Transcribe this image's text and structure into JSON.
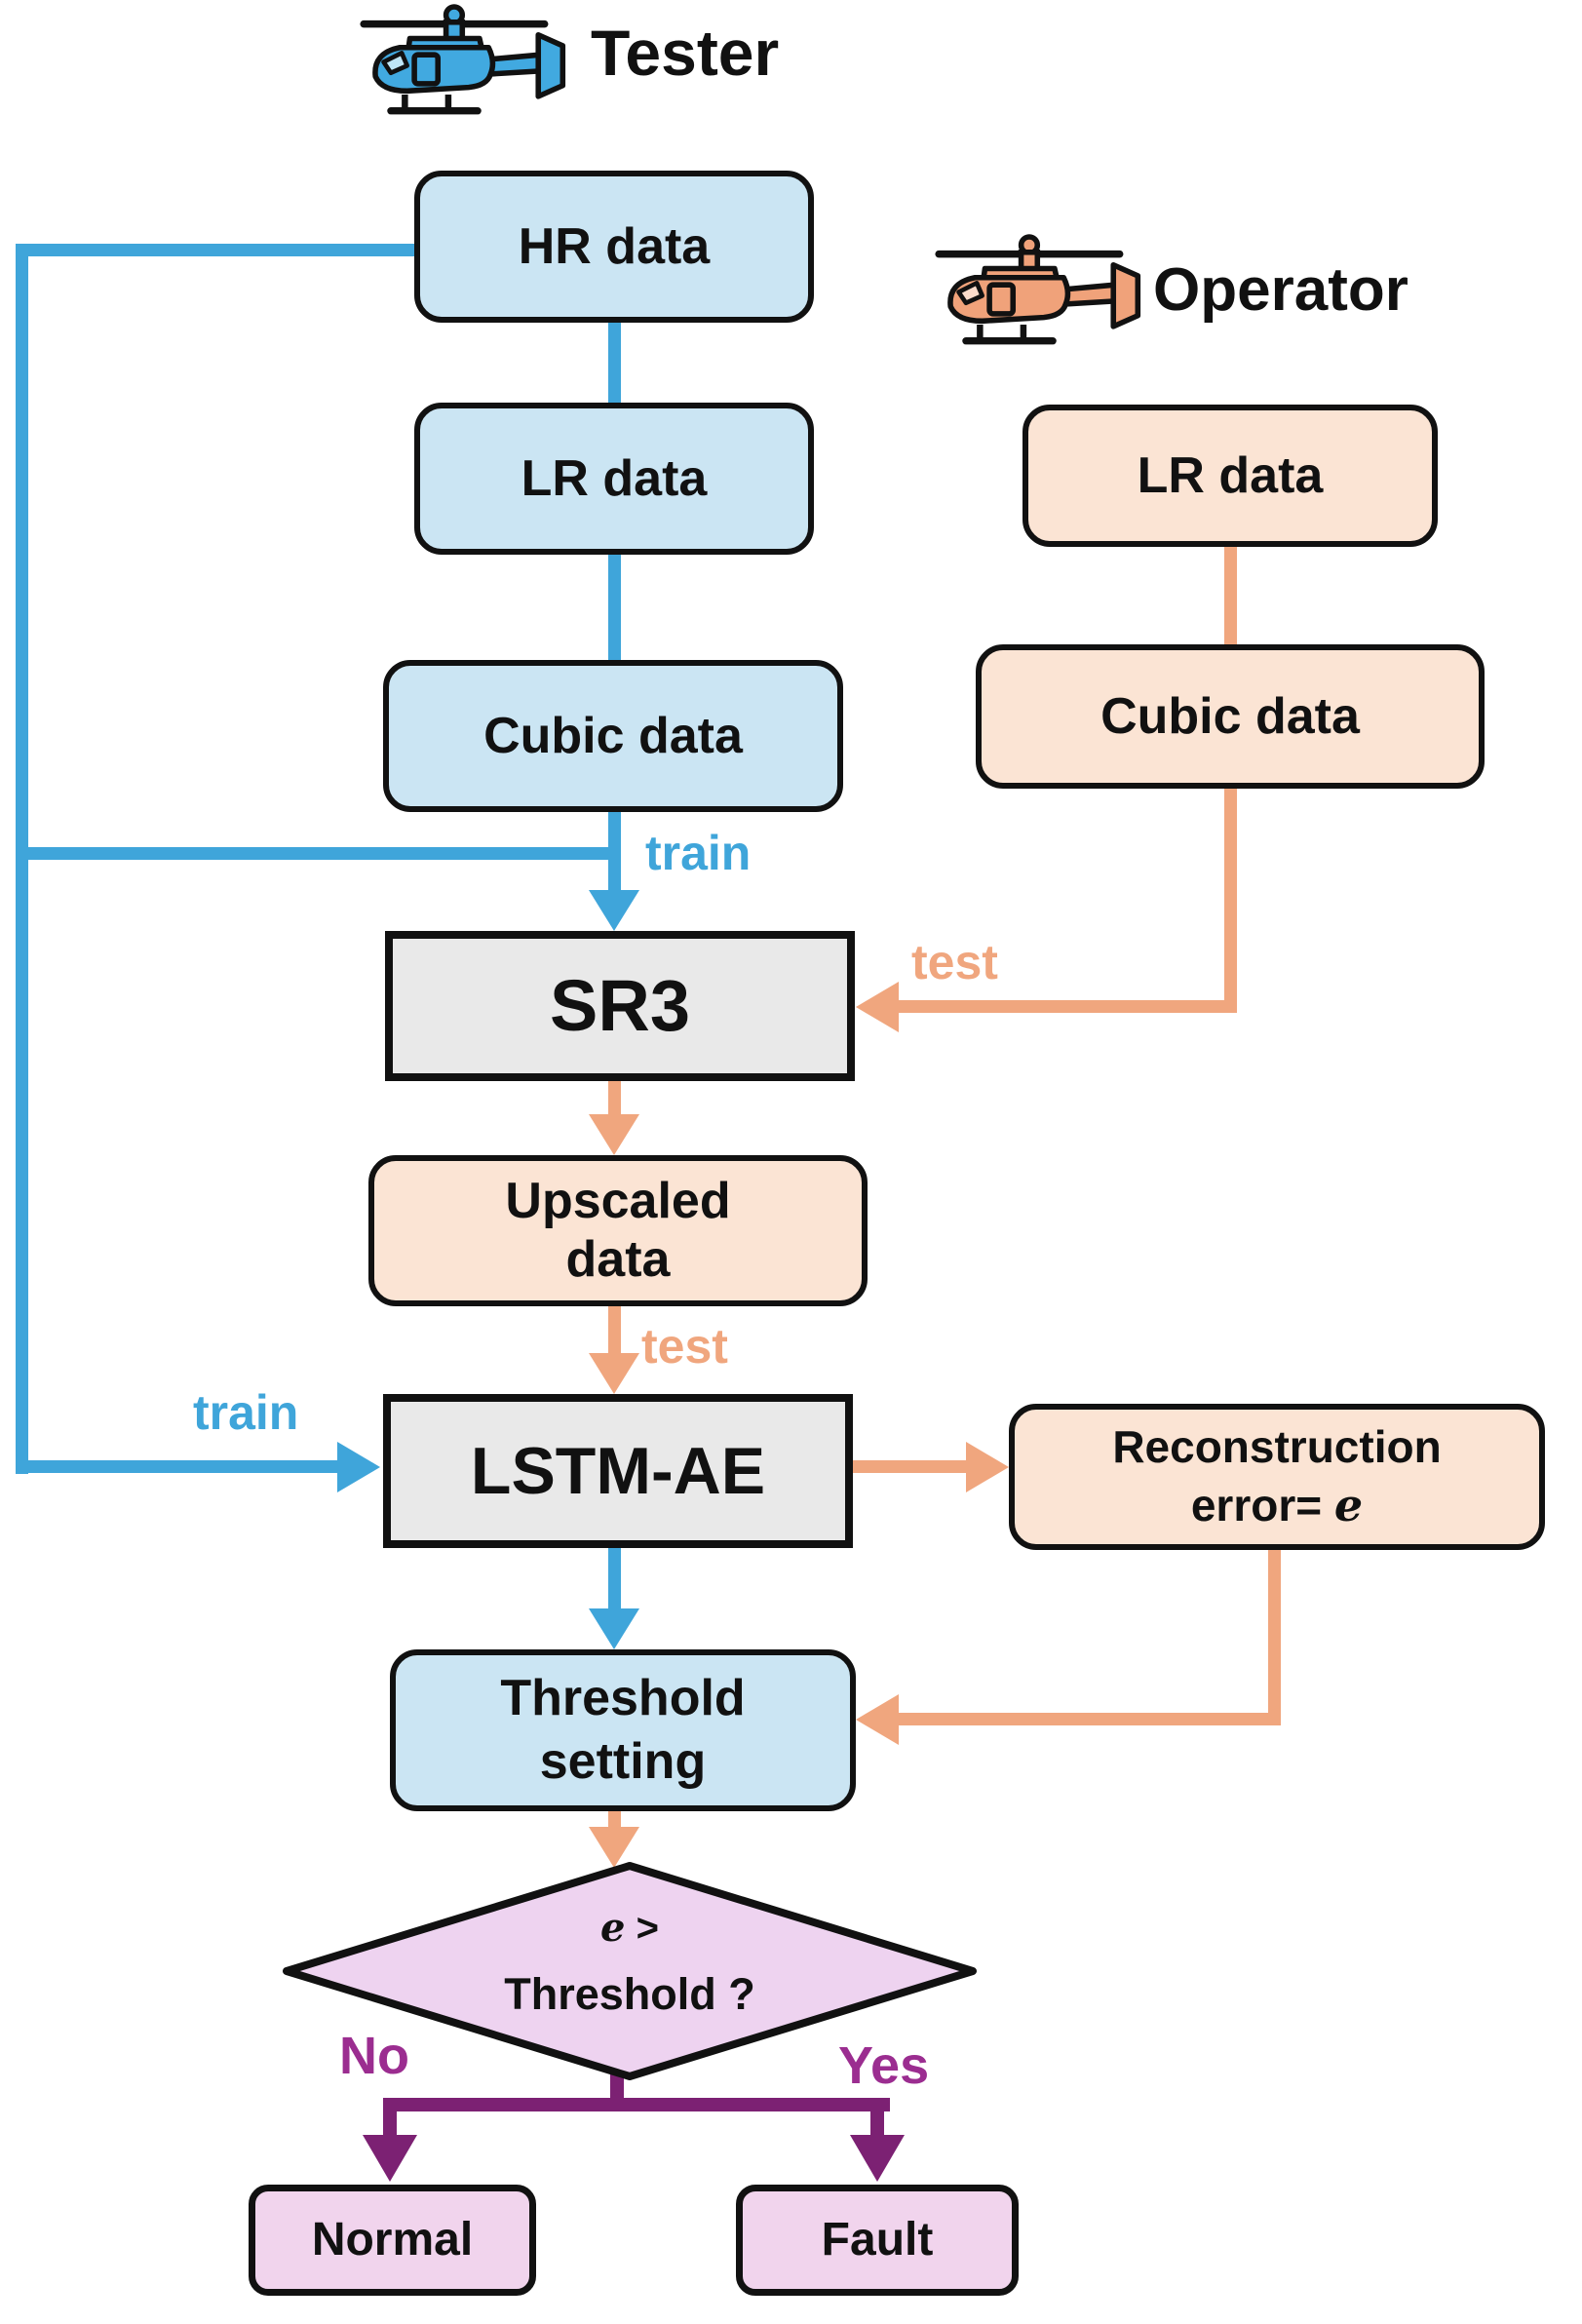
{
  "actors": {
    "tester": {
      "label": "Tester"
    },
    "operator": {
      "label": "Operator"
    }
  },
  "nodes": {
    "hr": {
      "label": "HR data"
    },
    "lr_tester": {
      "label": "LR data"
    },
    "cubic_tester": {
      "label": "Cubic data"
    },
    "lr_operator": {
      "label": "LR data"
    },
    "cubic_operator": {
      "label": "Cubic data"
    },
    "sr3": {
      "label": "SR3"
    },
    "upscaled": {
      "line1": "Upscaled",
      "line2": "data"
    },
    "lstm": {
      "label": "LSTM-AE"
    },
    "recon": {
      "line1": "Reconstruction",
      "error_prefix": "error= ",
      "error_var": "e"
    },
    "threshold": {
      "line1": "Threshold",
      "line2": "setting"
    },
    "normal": {
      "label": "Normal"
    },
    "fault": {
      "label": "Fault"
    }
  },
  "decision": {
    "cond_var": "e",
    "cond_op": " >",
    "question": "Threshold ?"
  },
  "edge_labels": {
    "train_sr3": "train",
    "test_sr3": "test",
    "test_lstm": "test",
    "train_lstm": "train",
    "no": "No",
    "yes": "Yes"
  },
  "colors": {
    "tester_accent": "#3fa5da",
    "operator_accent": "#f0a67e",
    "tester_box_fill": "#cbe5f3",
    "operator_box_fill": "#fbe4d4",
    "model_box_fill": "#e9e9e9",
    "decision_fill": "#eed3f0",
    "result_fill": "#f1d4ed",
    "decision_label_color": "#9b2d90",
    "result_line_color": "#7c2173",
    "border_color": "#111111"
  }
}
